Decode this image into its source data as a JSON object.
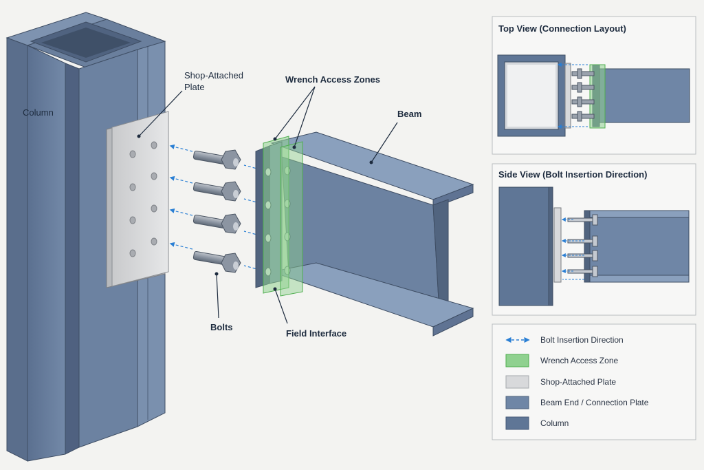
{
  "labels": {
    "column": "Column",
    "plate_line1": "Shop-Attached",
    "plate_line2": "Plate",
    "wrench_zones": "Wrench Access Zones",
    "beam": "Beam",
    "bolts": "Bolts",
    "field_interface": "Field Interface"
  },
  "panels": {
    "top_view_title": "Top View (Connection Layout)",
    "side_view_title": "Side View (Bolt Insertion Direction)"
  },
  "legend": {
    "items": [
      {
        "label": "Bolt Insertion Direction",
        "swatch": "arrow",
        "color": "#2a7fd4"
      },
      {
        "label": "Wrench Access Zone",
        "swatch": "fill",
        "color": "#8fd18f"
      },
      {
        "label": "Shop-Attached Plate",
        "swatch": "fill",
        "color": "#d8d9db"
      },
      {
        "label": "Beam End / Connection Plate",
        "swatch": "fill",
        "color": "#6f86a6"
      },
      {
        "label": "Column",
        "swatch": "fill",
        "color": "#5f7696"
      }
    ]
  },
  "colors": {
    "steel": "#6f86a6",
    "steel_dark": "#51647f",
    "steel_light": "#8aa0bd",
    "plate": "#d8d9db",
    "wrench": "#8fd18f",
    "arrow": "#2a7fd4"
  }
}
